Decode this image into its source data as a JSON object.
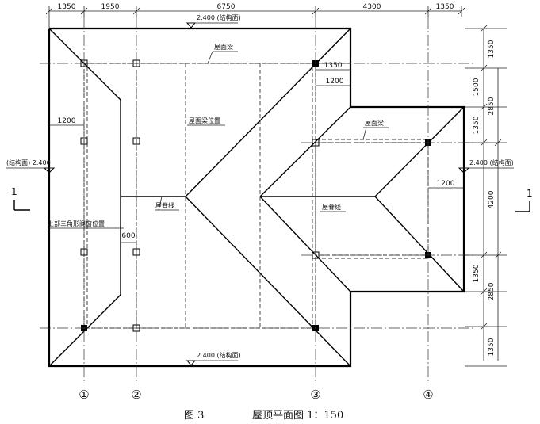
{
  "top_dims": [
    "1350",
    "1950",
    "6750",
    "4300",
    "1350"
  ],
  "right_dims": [
    "1350",
    "1500",
    "1350",
    "2850",
    "4200",
    "1350",
    "2850",
    "1350"
  ],
  "inner_dims": {
    "d1350": "1350",
    "d1200_top": "1200",
    "d1200_left": "1200",
    "d1200_right": "1200",
    "d600": "600"
  },
  "elevations": {
    "top": "2.400 (结构面)",
    "bottom": "2.400 (结构面)",
    "left": "(结构面) 2.400",
    "right": "2.400 (结构面)"
  },
  "labels": {
    "roof_beam_top": "屋面梁",
    "roof_beam_right": "屋面梁",
    "roof_beam_position": "屋面梁位置",
    "ridge_left": "屋脊线",
    "ridge_right": "屋脊线",
    "dormer": "上部三角形阁窗位置"
  },
  "section_marks": {
    "left": "1",
    "right": "1"
  },
  "axes": [
    "①",
    "②",
    "③",
    "④"
  ],
  "caption": {
    "figure": "图 3",
    "title": "屋顶平面图 1：150"
  }
}
